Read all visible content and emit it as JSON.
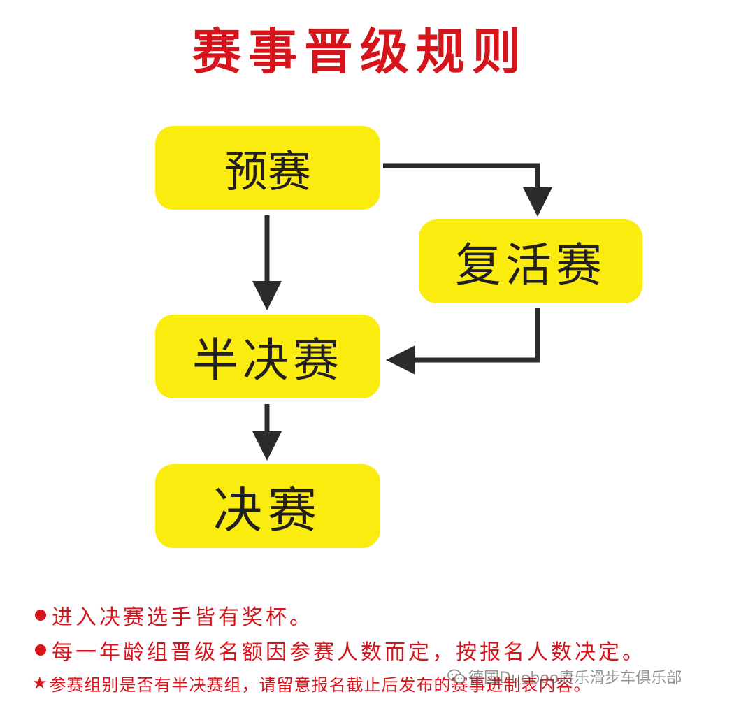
{
  "title": "赛事晋级规则",
  "nodes": {
    "prelim": "预赛",
    "repechage": "复活赛",
    "semi": "半决赛",
    "final": "决赛"
  },
  "colors": {
    "title": "#d5141c",
    "node_fill": "#fbec10",
    "arrow": "#2b2b2b",
    "notes": "#d5141c"
  },
  "notes": [
    {
      "marker": "bullet",
      "text": "进入决赛选手皆有奖杯。"
    },
    {
      "marker": "bullet",
      "text": "每一年龄组晋级名额因参赛人数而定，按报名人数决定。"
    },
    {
      "marker": "★",
      "text": "参赛组别是否有半决赛组，请留意报名截止后发布的赛事进制表内容。"
    }
  ],
  "watermark": {
    "icon": "wechat-icon",
    "text": "德国Dueboo赓乐滑步车俱乐部"
  }
}
